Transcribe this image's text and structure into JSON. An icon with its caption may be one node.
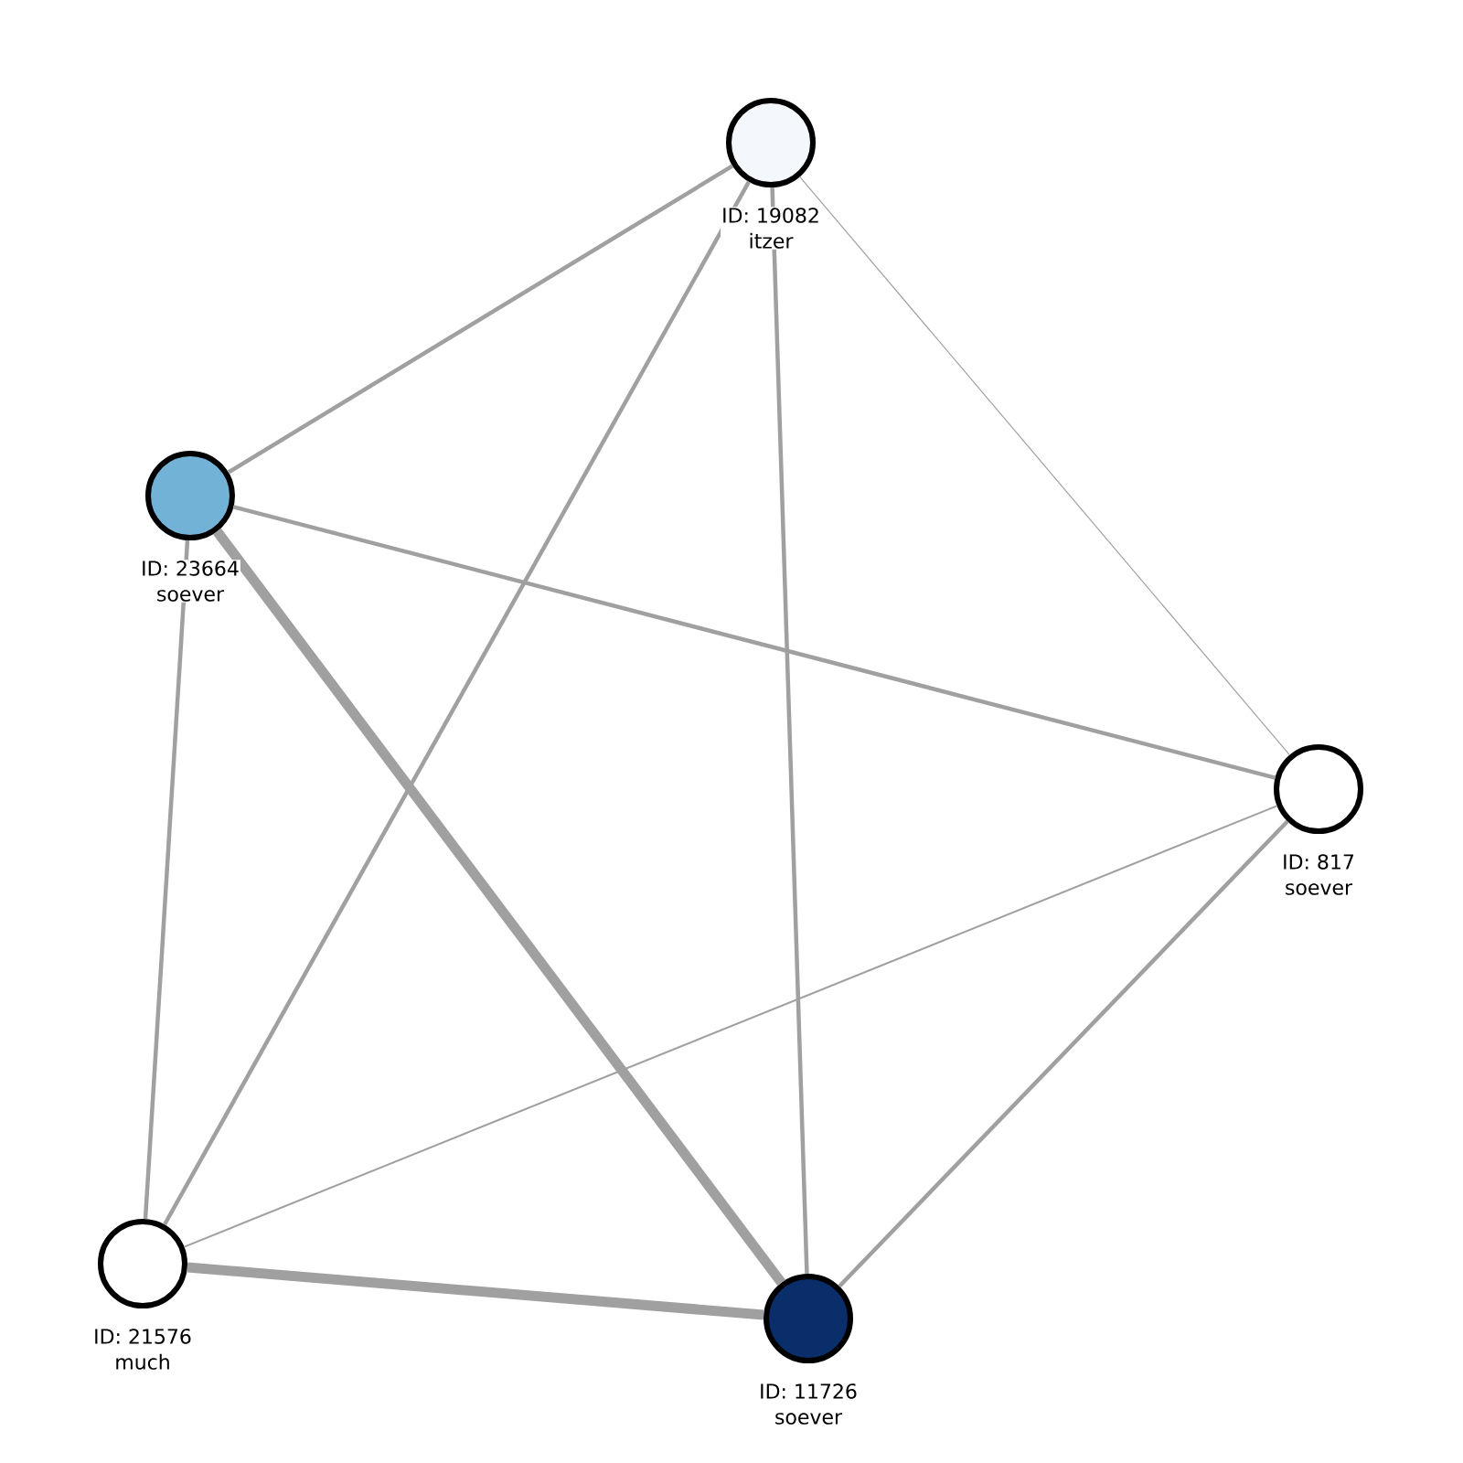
{
  "diagram": {
    "nodes": [
      {
        "text": [
          "ID: 19082",
          "itzer"
        ]
      },
      {
        "text": [
          "ID: 23664",
          "soever"
        ]
      },
      {
        "text": [
          "ID: 817",
          "soever"
        ]
      },
      {
        "text": [
          "ID: 21576",
          "much"
        ]
      },
      {
        "text": [
          "ID: 11726",
          "soever"
        ]
      }
    ],
    "edges": [
      {
        "from": 0,
        "to": 1,
        "arrow": "none"
      },
      {
        "from": 0,
        "to": 3,
        "arrow": "none"
      },
      {
        "from": 0,
        "to": 4,
        "arrow": "none"
      },
      {
        "from": 0,
        "to": 2,
        "arrow": "none"
      },
      {
        "from": 1,
        "to": 2,
        "arrow": "none"
      },
      {
        "from": 1,
        "to": 4,
        "arrow": "none",
        "style": "thick"
      },
      {
        "from": 1,
        "to": 3,
        "arrow": "none"
      },
      {
        "from": 2,
        "to": 3,
        "arrow": "none"
      },
      {
        "from": 2,
        "to": 4,
        "arrow": "none"
      },
      {
        "from": 3,
        "to": 4,
        "arrow": "none",
        "style": "thick"
      }
    ]
  }
}
